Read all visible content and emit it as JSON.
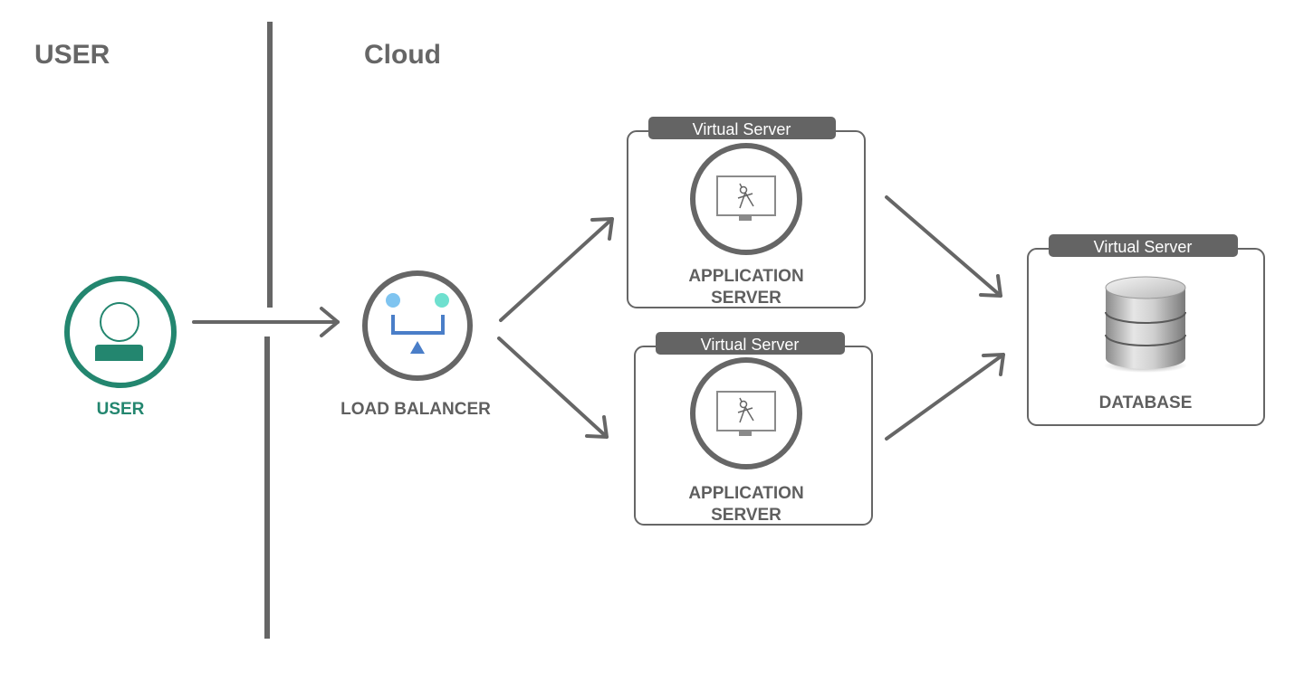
{
  "zones": {
    "left_title": "USER",
    "right_title": "Cloud"
  },
  "nodes": {
    "user": {
      "label": "USER",
      "icon": "user-icon"
    },
    "load_balancer": {
      "label": "LOAD BALANCER",
      "icon": "load-balancer-icon"
    },
    "app_server_top": {
      "tab": "Virtual Server",
      "label_line1": "APPLICATION",
      "label_line2": "SERVER",
      "icon": "monitor-icon"
    },
    "app_server_bottom": {
      "tab": "Virtual Server",
      "label_line1": "APPLICATION",
      "label_line2": "SERVER",
      "icon": "monitor-icon"
    },
    "database": {
      "tab": "Virtual Server",
      "label": "DATABASE",
      "icon": "database-icon"
    }
  },
  "colors": {
    "user_accent": "#23866f",
    "line_gray": "#666666",
    "tab_gray": "#646464",
    "lb_blue": "#4a7ec8",
    "lb_dot_left": "#7fc4f0",
    "lb_dot_right": "#6fe0cf"
  }
}
